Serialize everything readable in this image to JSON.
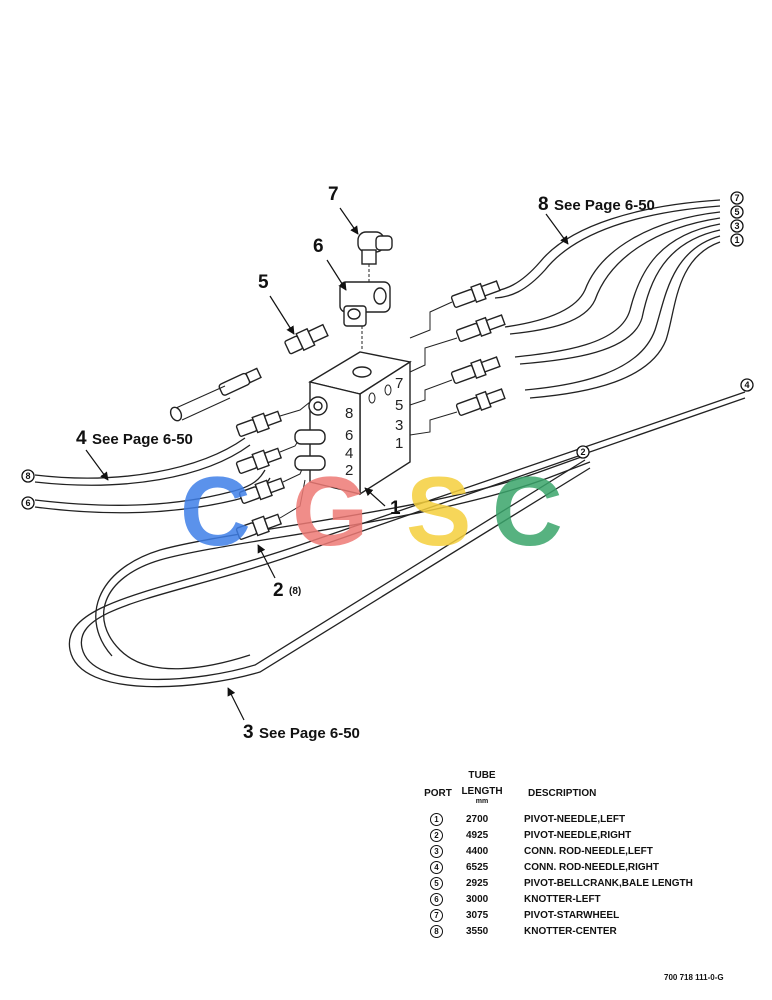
{
  "callouts": {
    "c1": "1",
    "c2": "2",
    "c2_qty": "(8)",
    "c3": "3",
    "c4": "4",
    "c5": "5",
    "c6": "6",
    "c7": "7",
    "c8": "8",
    "see_c3": "See Page 6-50",
    "see_c4": "See Page 6-50",
    "see_c8": "See Page 6-50"
  },
  "tube_end_ports": {
    "top_right": [
      "7",
      "5",
      "3",
      "1"
    ],
    "right_end": "4",
    "mid_right": "2",
    "left_upper": "8",
    "left_lower": "6"
  },
  "block_port_labels": [
    "8",
    "6",
    "4",
    "2",
    "7",
    "5",
    "3",
    "1"
  ],
  "watermark": {
    "text": [
      "C",
      "G",
      "S",
      "C"
    ],
    "colors": [
      "#3f7fe8",
      "#ee7a75",
      "#f5cf3d",
      "#3aa56b"
    ]
  },
  "legend": {
    "col_port": "PORT",
    "col_tube": "TUBE",
    "col_length": "LENGTH",
    "col_unit": "mm",
    "col_description": "DESCRIPTION",
    "rows": [
      {
        "port": "1",
        "length": "2700",
        "description": "PIVOT-NEEDLE,LEFT"
      },
      {
        "port": "2",
        "length": "4925",
        "description": "PIVOT-NEEDLE,RIGHT"
      },
      {
        "port": "3",
        "length": "4400",
        "description": "CONN. ROD-NEEDLE,LEFT"
      },
      {
        "port": "4",
        "length": "6525",
        "description": "CONN. ROD-NEEDLE,RIGHT"
      },
      {
        "port": "5",
        "length": "2925",
        "description": "PIVOT-BELLCRANK,BALE LENGTH"
      },
      {
        "port": "6",
        "length": "3000",
        "description": "KNOTTER-LEFT"
      },
      {
        "port": "7",
        "length": "3075",
        "description": "PIVOT-STARWHEEL"
      },
      {
        "port": "8",
        "length": "3550",
        "description": "KNOTTER-CENTER"
      }
    ]
  },
  "drawing_number": "700 718 111-0-G"
}
